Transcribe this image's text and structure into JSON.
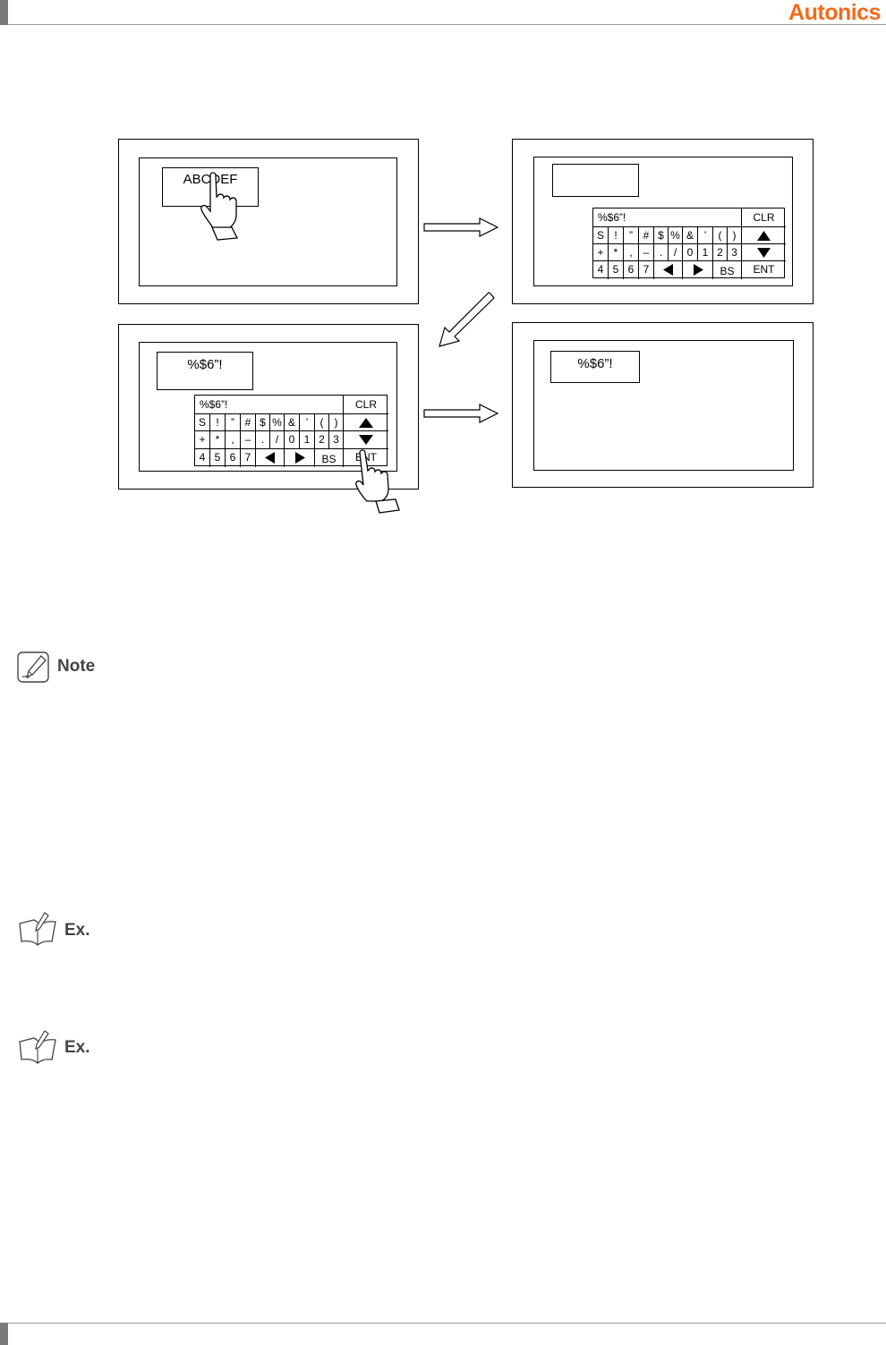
{
  "header": {
    "brand": "Autonics"
  },
  "panel1": {
    "field_text": "ABCDEF"
  },
  "panel2": {
    "field_text": ""
  },
  "panel3": {
    "field_text": "%$6”!"
  },
  "panel4": {
    "field_text": "%$6”!"
  },
  "keyboard": {
    "display": "%$6”!",
    "clear": "CLR",
    "row1": [
      "S",
      "!",
      "”",
      "#",
      "$",
      "%",
      "&",
      "’",
      "(",
      ")"
    ],
    "row2": [
      "+",
      "*",
      ",",
      "–",
      ".",
      "/",
      "0",
      "1",
      "2",
      "3"
    ],
    "row3": [
      "4",
      "5",
      "6",
      "7"
    ],
    "backspace": "BS",
    "enter": "ENT"
  },
  "labels": {
    "note": "Note",
    "ex1": "Ex.",
    "ex2": "Ex."
  }
}
